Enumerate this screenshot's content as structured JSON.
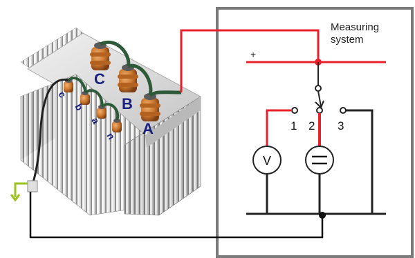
{
  "system": {
    "title_line1": "Measuring",
    "title_line2": "system",
    "plus_sign": "+",
    "terminals": [
      "1",
      "2",
      "3"
    ],
    "voltmeter_symbol": "V"
  },
  "transformer": {
    "hv_labels": [
      "C",
      "B",
      "A"
    ],
    "lv_labels": [
      "c",
      "b",
      "a",
      "n"
    ]
  },
  "colors": {
    "live_wire": "#e8202a",
    "return_wire": "#111111",
    "frame": "#7a7a7a",
    "label_blue": "#1a1f80",
    "bushing": "#c8742c",
    "ground": "#9ac31c"
  }
}
